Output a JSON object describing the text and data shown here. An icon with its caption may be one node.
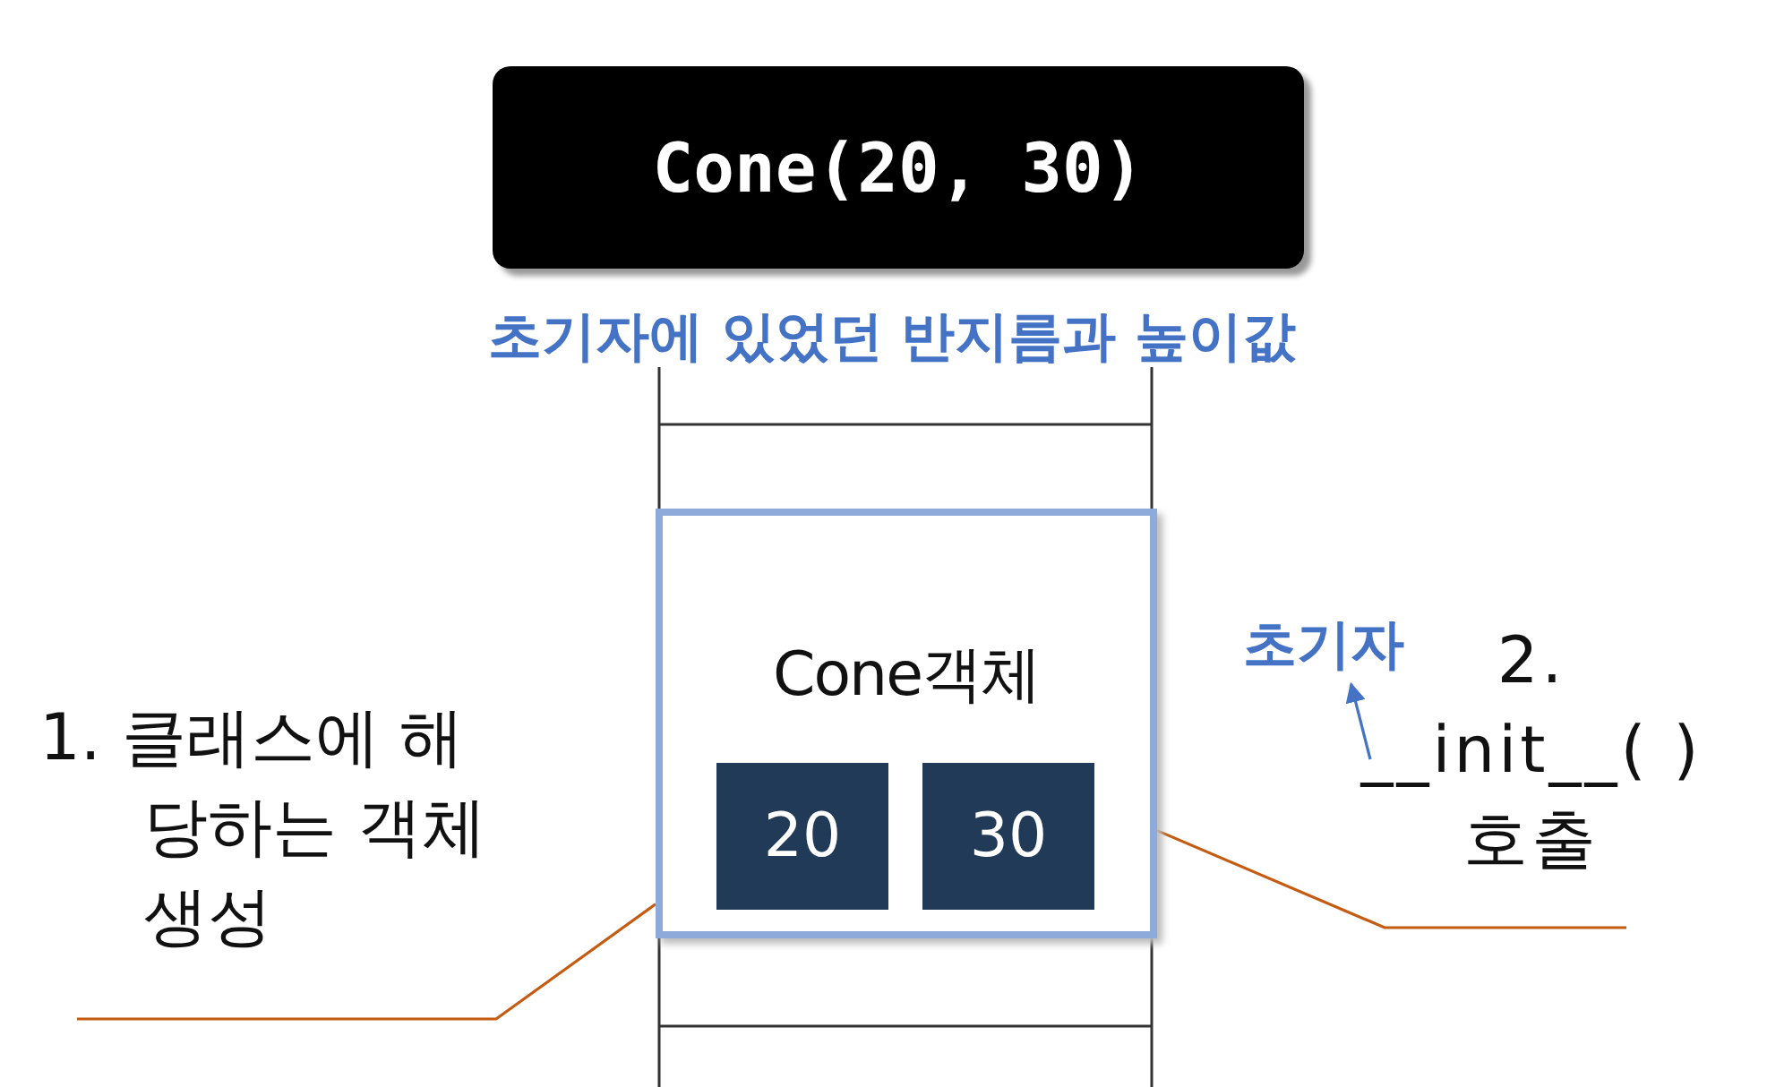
{
  "diagram": {
    "nodes": [
      {
        "text": [
          "Cone(20, 30)"
        ]
      },
      {
        "text": [
          "Cone객체"
        ]
      },
      {
        "text": [
          "20"
        ],
        "in": 1
      },
      {
        "text": [
          "30"
        ],
        "in": 1
      },
      {
        "text": [
          "1. 클래스에 해당하는 객체 생성"
        ]
      },
      {
        "text": [
          "2. __init__( ) 호출"
        ]
      },
      {
        "text": [
          "초기자"
        ]
      }
    ],
    "edges": [
      {
        "from": 4,
        "to": 1,
        "arrow": "none",
        "color": "#c55a11"
      },
      {
        "from": 5,
        "to": 1,
        "arrow": "none",
        "color": "#c55a11"
      },
      {
        "from": 5,
        "to": 6,
        "arrow": "to",
        "color": "#4472c4"
      }
    ],
    "labels": [
      "초기자에 있었던 반지름과 높이값"
    ]
  }
}
